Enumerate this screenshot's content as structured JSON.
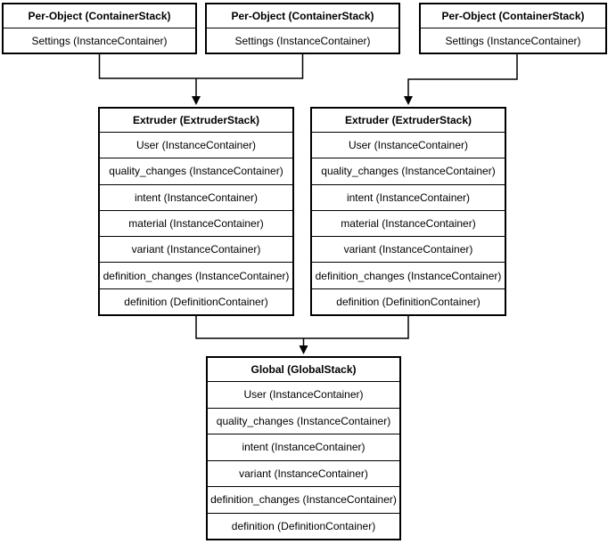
{
  "diagram": {
    "colors": {
      "background": "#ffffff",
      "line": "#000000",
      "text": "#000000",
      "box_fill": "#ffffff"
    },
    "boxes": {
      "per_object_1": {
        "title": "Per-Object (ContainerStack)",
        "rows": [
          "Settings (InstanceContainer)"
        ]
      },
      "per_object_2": {
        "title": "Per-Object (ContainerStack)",
        "rows": [
          "Settings (InstanceContainer)"
        ]
      },
      "per_object_3": {
        "title": "Per-Object (ContainerStack)",
        "rows": [
          "Settings (InstanceContainer)"
        ]
      },
      "extruder_1": {
        "title": "Extruder (ExtruderStack)",
        "rows": [
          "User (InstanceContainer)",
          "quality_changes (InstanceContainer)",
          "intent (InstanceContainer)",
          "material (InstanceContainer)",
          "variant (InstanceContainer)",
          "definition_changes (InstanceContainer)",
          "definition (DefinitionContainer)"
        ]
      },
      "extruder_2": {
        "title": "Extruder (ExtruderStack)",
        "rows": [
          "User (InstanceContainer)",
          "quality_changes (InstanceContainer)",
          "intent (InstanceContainer)",
          "material (InstanceContainer)",
          "variant (InstanceContainer)",
          "definition_changes (InstanceContainer)",
          "definition (DefinitionContainer)"
        ]
      },
      "global_stack": {
        "title": "Global (GlobalStack)",
        "rows": [
          "User (InstanceContainer)",
          "quality_changes (InstanceContainer)",
          "intent (InstanceContainer)",
          "variant (InstanceContainer)",
          "definition_changes (InstanceContainer)",
          "definition (DefinitionContainer)"
        ]
      }
    }
  }
}
